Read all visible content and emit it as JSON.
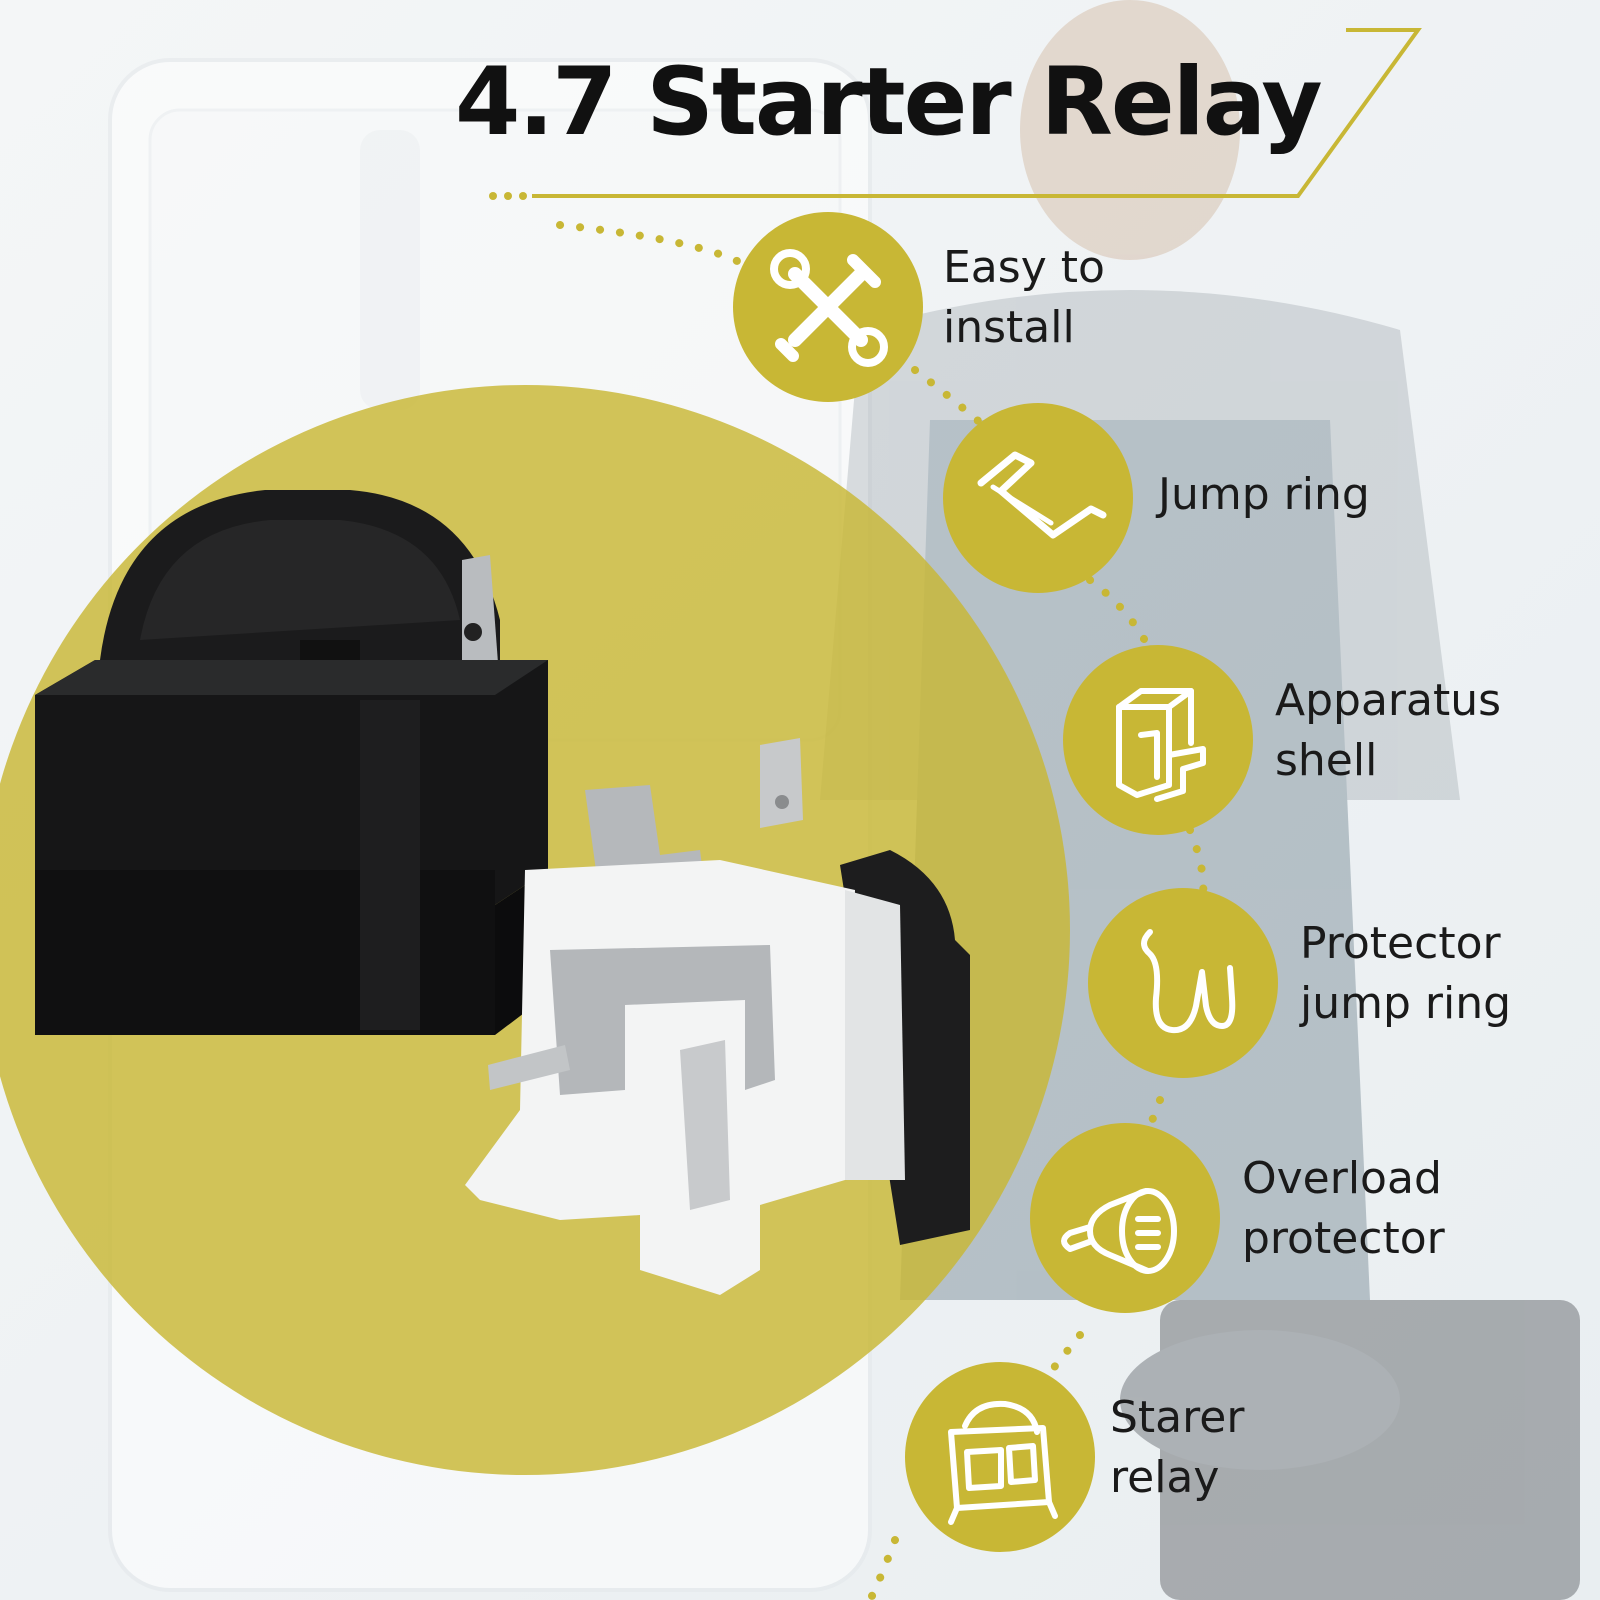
{
  "title": "4.7 Starter Relay",
  "colors": {
    "accent": "#C8B735",
    "accent_light": "#D4C65A",
    "text": "#111111"
  },
  "features": [
    {
      "icon": "wrench-screwdriver-icon",
      "line1": "Easy to",
      "line2": "install"
    },
    {
      "icon": "jump-ring-icon",
      "line1": "Jump ring",
      "line2": ""
    },
    {
      "icon": "apparatus-shell-icon",
      "line1": "Apparatus",
      "line2": "shell"
    },
    {
      "icon": "protector-jump-ring-icon",
      "line1": "Protector",
      "line2": "jump ring"
    },
    {
      "icon": "overload-protector-icon",
      "line1": "Overload",
      "line2": "protector"
    },
    {
      "icon": "starter-relay-icon",
      "line1": "Starer",
      "line2": "relay"
    }
  ]
}
